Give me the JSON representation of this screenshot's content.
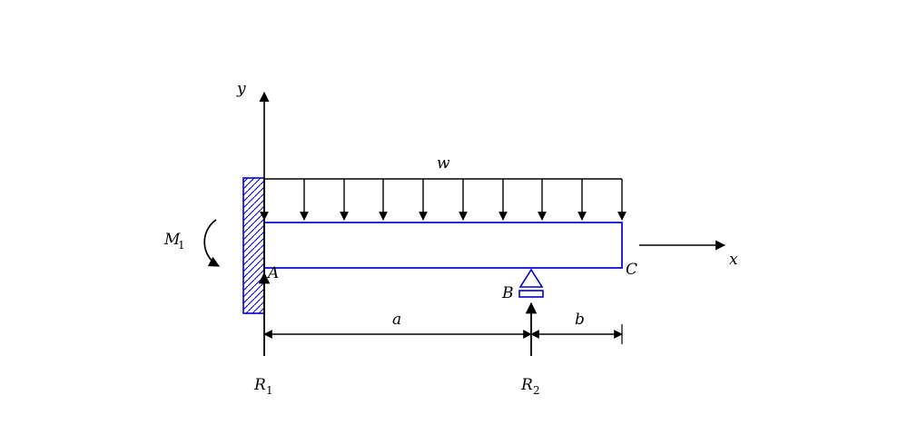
{
  "diagram": {
    "colors": {
      "structure": "#0000cd",
      "ink": "#000000",
      "background": "#ffffff"
    },
    "labels": {
      "y_axis": "y",
      "x_axis": "x",
      "distributed_load": "w",
      "moment": "M",
      "moment_sub": "1",
      "point_a": "A",
      "point_b": "B",
      "point_c": "C",
      "span_a": "a",
      "span_b": "b",
      "reaction_1": "R",
      "reaction_1_sub": "1",
      "reaction_2": "R",
      "reaction_2_sub": "2"
    }
  }
}
